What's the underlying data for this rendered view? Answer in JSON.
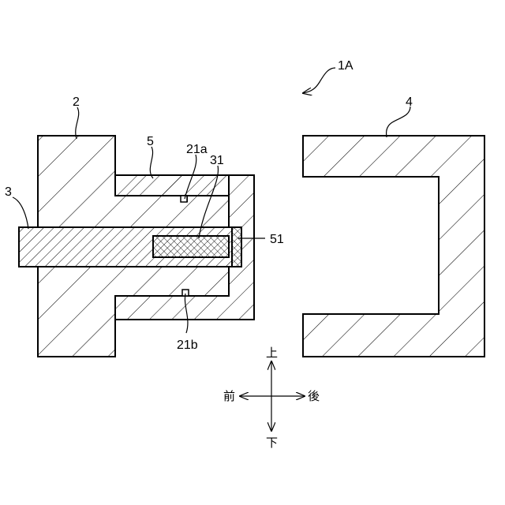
{
  "labels": {
    "assembly": "1A",
    "part2": "2",
    "part3": "3",
    "part4": "4",
    "part5": "5",
    "groove21a": "21a",
    "groove21b": "21b",
    "part31": "31",
    "part51": "51"
  },
  "directions": {
    "up": "上",
    "down": "下",
    "front": "前",
    "back": "後"
  }
}
